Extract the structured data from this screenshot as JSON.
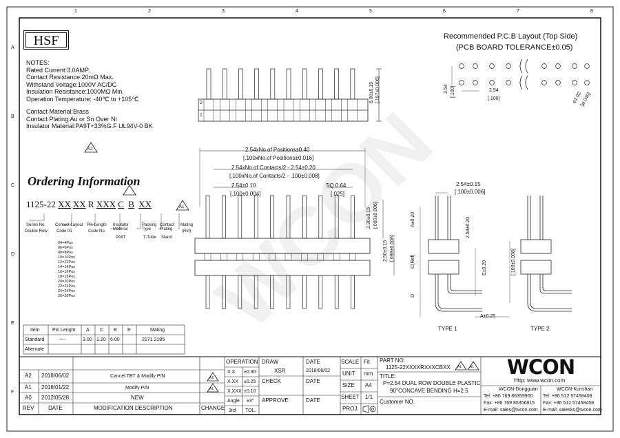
{
  "brand": {
    "hsf": "HSF",
    "logo": "WCON",
    "website": "Http: www.wcon.com"
  },
  "pcb": {
    "title": "Recommended P.C.B Layout (Top Side)",
    "tolerance": "(PCB BOARD TOLERANCE±0.05)",
    "dim_pitch": "2.54",
    "dim_pitch_in": "[.100]",
    "dim_row": "2.54",
    "dim_row_in": "[.100]",
    "dim_hole": "ø1.02",
    "dim_hole_in": "[ø.040]"
  },
  "notes": {
    "heading": "NOTES:",
    "lines": [
      "Rated Current:3.0AMP.",
      "Contact Resistance:20mΩ Max.",
      "Withstand Voltage:1000V AC/DC",
      "Insulation Resistance:1000MΩ Min.",
      "Operation Temperature: -40℃ to +105℃",
      "",
      "Contact Material:Brass",
      "Contact Plating:Au or Sn Over Ni",
      "Insulator Material:PA9T+33%G.F UL94V-0 BK"
    ],
    "rev_mark": "A2"
  },
  "top_view": {
    "dim_h": "6.00±0.15",
    "dim_h_in": "[.197±0.006]",
    "row_label_2": "2",
    "row_label_1": "1"
  },
  "front_view": {
    "dim_total": "2.54xNo.of Positions±0.40",
    "dim_total_in": "[.100xNo.of Positions±0.016]",
    "dim_contacts": "2.54xNo.of Contacts/2 - 2.54±0.20",
    "dim_contacts_in": "[.100xNo.of Contacts/2 - .100±0.008]",
    "dim_pitch": "2.54±0.10",
    "dim_pitch_in": "[.100±0.004]",
    "dim_sq": "SQ 0.64",
    "dim_sq_in": "[.025]",
    "dim_a": "2.30±0.15",
    "dim_a_in": "[.090±0.006]",
    "dim_b": "2.50±0.15",
    "dim_b_in": "[.098±0.006]"
  },
  "side_view": {
    "dim_pitch": "2.54±0.15",
    "dim_pitch_in": "[.100±0.006]",
    "a_label": "A±0.20",
    "c_label": "C(Ref)",
    "d_label": "D",
    "b_label": "2.54±0.20",
    "e_label": "E±0.20",
    "e_label_in": "[.100±0.008]",
    "a_bottom": "A±0.25",
    "type1": "TYPE 1",
    "type2": "TYPE 2"
  },
  "ordering": {
    "title": "Ordering Information",
    "code_prefix": "1125-22",
    "code_parts": [
      "XX",
      "XX",
      "R",
      "XXX",
      "C",
      "B",
      "XX"
    ],
    "rev_mark": "A1",
    "labels": [
      "Series No.",
      "Contact Layout",
      "Pin Length",
      "Insulator Material",
      "Packing Type",
      "Contact Plating",
      "Mating"
    ],
    "label_sub": [
      "Double Row",
      "Code 01",
      "Code No.",
      "PA9T",
      "T-Tube",
      "Stand",
      "(Ref)"
    ],
    "positions": [
      "04=4Pos",
      "06=6Pos",
      "08=8Pos",
      "10=10Pos",
      "12=12Pos",
      "14=14Pos",
      "16=16Pos",
      "18=18Pos",
      "20=20Pos",
      "22=22Pos",
      "24=24Pos",
      "26=26Pos"
    ]
  },
  "dim_table": {
    "headers": [
      "Item",
      "Pin Lenght",
      "A",
      "C",
      "B",
      "E",
      "Mating"
    ],
    "rows": [
      [
        "Standard",
        "----",
        "3.00",
        "1.20",
        "6.00",
        "",
        "2171 2185"
      ],
      [
        "Alternate",
        "",
        "",
        "",
        "",
        "",
        ""
      ]
    ]
  },
  "revisions": {
    "rows": [
      {
        "rev": "A2",
        "date": "2018/06/02",
        "desc": "Cancel TBT & Modify P/N",
        "mark": "A2"
      },
      {
        "rev": "A1",
        "date": "2018/01/22",
        "desc": "Modify P/N",
        "mark": "A1"
      },
      {
        "rev": "A0",
        "date": "2012/05/28",
        "desc": "NEW",
        "mark": ""
      }
    ],
    "header": {
      "rev": "REV",
      "date": "DATE",
      "desc": "MODIFICATION DESCRIPTION",
      "change": "CHANGE"
    }
  },
  "tolerance": {
    "operation": "OPERATION",
    "rows": [
      [
        "X.X",
        "±0.30"
      ],
      [
        "X.XX",
        "±0.25"
      ],
      [
        "X.XXX",
        "±0.10"
      ],
      [
        "Angle",
        "±3°"
      ]
    ],
    "footer_left": "3rd",
    "footer_right": "TOL."
  },
  "signoff": {
    "draw": "DRAW",
    "draw_name": "XSR",
    "check": "CHECK",
    "approve": "APPROVE",
    "date": "DATE",
    "date_val": "2018/06/02",
    "date2": "DATE",
    "date3": "DATE"
  },
  "meta": {
    "scale": "SCALE",
    "scale_val": "Fit",
    "unit": "UNIT",
    "unit_val": "mm",
    "size": "SIZE",
    "size_val": "A4",
    "sheet": "SHEET",
    "sheet_val": "1/1",
    "proj": "PROJ.",
    "part_no_label": "PART NO.",
    "part_no": "1125-22XXXXRXXXCBXX",
    "title_label": "TITLE:",
    "title_line1": "P=2.54 DUAL ROW DOUBLE PLASTIC",
    "title_line2": "90°CONCAVE BENDING H=2.5",
    "customer": "Customer NO.",
    "title_mark1": "A1",
    "title_mark2": "A1"
  },
  "contact": {
    "dg_name": "WCON-Dongguan",
    "dg_tel": "Tel: +86 769 86359900",
    "dg_fax": "Fax: +86 769 85356815",
    "dg_email": "E-mail: sales@wcon.com",
    "ks_name": "WCON-Kunshan",
    "ks_tel": "Tel: +86 512 57458408",
    "ks_fax": "Fax: +86 512 57458458",
    "ks_email": "E-mail: salesks@wcon.com"
  },
  "frame": {
    "cols_top": [
      "1",
      "2",
      "3",
      "4",
      "5",
      "6",
      "7",
      "8"
    ],
    "rows_left": [
      "A",
      "B",
      "C",
      "D",
      "E",
      "F"
    ]
  }
}
